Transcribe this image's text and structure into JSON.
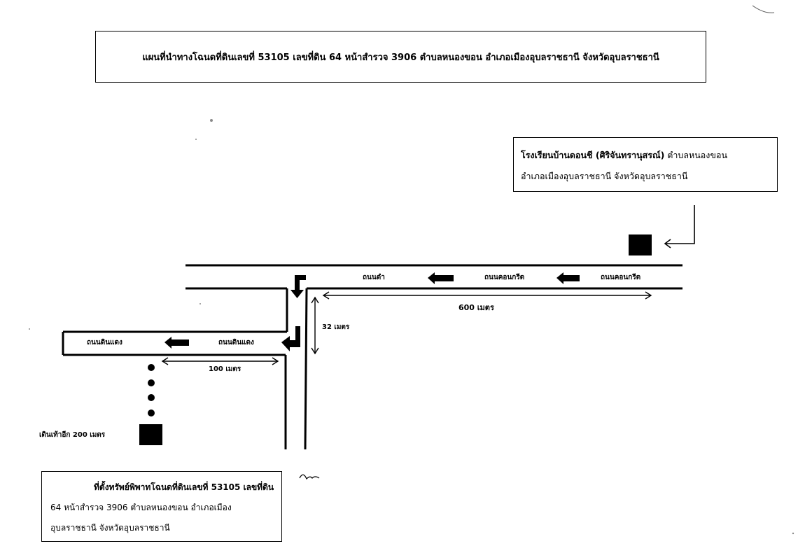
{
  "title": "แผนที่นำทางโฉนดที่ดินเลขที่ 53105 เลขที่ดิน 64 หน้าสำรวจ 3906 ตำบลหนองขอน อำเภอเมืองอุบลราชธานี จังหวัดอุบลราชธานี",
  "school_box": {
    "name": "โรงเรียนบ้านดอนชี (ศิริจันทรานุสรณ์)",
    "line1_rest": " ตำบลหนองขอน",
    "line2": "อำเภอเมืองอุบลราชธานี จังหวัดอุบลราชธานี"
  },
  "site_box": {
    "line1": "ที่ตั้งทรัพย์พิพาทโฉนดที่ดินเลขที่ 53105 เลขที่ดิน",
    "line2": "64 หน้าสำรวจ 3906 ตำบลหนองขอน อำเภอเมือง",
    "line3": "อุบลราชธานี จังหวัดอุบลราชธานี"
  },
  "roads": {
    "concrete_1": "ถนนคอนกรีต",
    "concrete_2": "ถนนคอนกรีต",
    "black_road": "ถนนดำ",
    "laterite_1": "ถนนดินแดง",
    "laterite_2": "ถนนดินแดง"
  },
  "distances": {
    "d600": "600 เมตร",
    "d32": "32 เมตร",
    "d100": "100 เมตร",
    "walk": "เดินเท้าอีก 200 เมตร"
  },
  "icons": {
    "direction_arrow": "left-arrow-icon",
    "turn_arrow": "turn-arrow-icon",
    "landmark": "square-marker-icon",
    "path": "dot-trail-icon"
  },
  "colors": {
    "ink": "#000000",
    "paper": "#ffffff"
  }
}
